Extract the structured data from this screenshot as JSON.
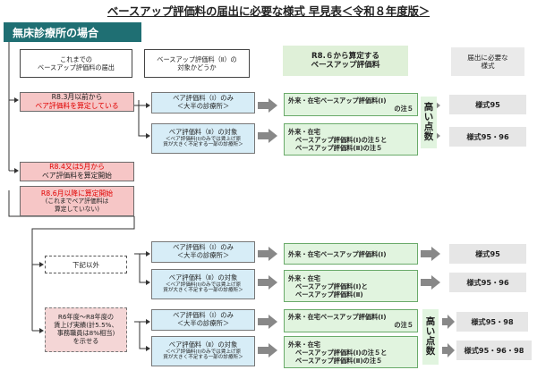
{
  "title": "ベースアップ評価料の届出に必要な様式 早見表＜令和８年度版＞",
  "section_tag": "無床診療所の場合",
  "headers": {
    "col1": "これまでの\nベースアップ評価料の届出",
    "col2": "ベースアップ評価料（Ⅱ）の\n対象かどうか",
    "col3": "R8.６から算定する\nベースアップ評価料",
    "col4": "届出に必要な\n様式"
  },
  "left_boxes": {
    "r83_line1": "R8.3月以前から",
    "r83_line2": "ベア評価料を算定している",
    "r84_line1": "R8.4又は5月から",
    "r84_line2": "ベア評価料を算定開始",
    "r86_line1": "R8.6月以降に算定開始",
    "r86_line2": "(これまでベア評価料は",
    "r86_line3": "算定していない)",
    "other": "下記以外",
    "r6_line1": "R6年度～R8年度の",
    "r6_line2": "賃上げ実績(計5.5%、",
    "r6_line3": "事務職員は8%相当)",
    "r6_line4": "を示せる"
  },
  "blue_boxes": {
    "b1_line1": "ベア評価料（Ⅰ）のみ",
    "b1_line2": "＜大半の診療所＞",
    "b2_line1": "ベア評価料（Ⅱ）の対象",
    "b2_line2": "＜ベア評価料(Ⅰ)のみでは賃上げ原",
    "b2_line3": "資が大きく不足する一部の診療所＞"
  },
  "green_boxes": {
    "g1_line1": "外来・在宅ベースアップ評価料(Ⅰ)",
    "g1_line2": "の注５",
    "g2_line1": "外来・在宅",
    "g2_line2": "ベースアップ評価料(Ⅰ)の注５と",
    "g2_line3": "ベースアップ評価料(Ⅱ)の注５",
    "g3_line1": "外来・在宅ベースアップ評価料(Ⅰ)",
    "g4_line1": "外来・在宅",
    "g4_line2": "ベースアップ評価料(Ⅰ)と",
    "g4_line3": "ベースアップ評価料(Ⅱ)"
  },
  "high_points": [
    "高",
    "い",
    "点",
    "数"
  ],
  "forms": {
    "f1": "様式95",
    "f2": "様式95・96",
    "f3": "様式95",
    "f4": "様式95・96",
    "f5": "様式95・98",
    "f6": "様式95・96・98"
  },
  "colors": {
    "section_tag": "#1f6f73",
    "pink": "#f6c6c6",
    "blue": "#d7edf7",
    "green": "#e1f4df",
    "gray": "#e6e6e6",
    "accent_red": "#e00000"
  }
}
